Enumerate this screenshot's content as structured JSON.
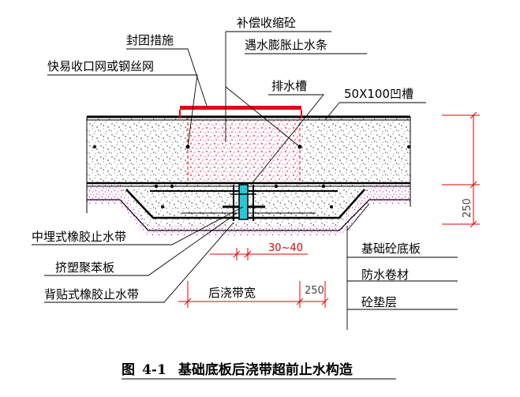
{
  "labels": {
    "seal_measure": "封团措施",
    "shrink_concrete": "补偿收缩砼",
    "mesh": "快易收口网或钢丝网",
    "swell_strip": "遇水膨胀止水条",
    "drain_groove": "排水槽",
    "groove_size": "50X100凹槽",
    "embedded_waterstop": "中埋式橡胶止水带",
    "eps_board": "挤塑聚苯板",
    "back_waterstop": "背贴式橡胶止水带",
    "base_slab": "基础砼底板",
    "membrane": "防水卷材",
    "cushion": "砼垫层"
  },
  "dimensions": {
    "gap": "30~40",
    "band_width": "后浇带宽",
    "side_250": "250",
    "height_250": "250"
  },
  "caption": {
    "prefix": "图",
    "number": "4-1",
    "title": "基础底板后浇带超前止水构造"
  },
  "colors": {
    "concrete_red": "#e8001a",
    "cushion_pink": "#c000c0",
    "dim_red": "#e00000",
    "water_stop_cyan": "#27c9d9"
  }
}
